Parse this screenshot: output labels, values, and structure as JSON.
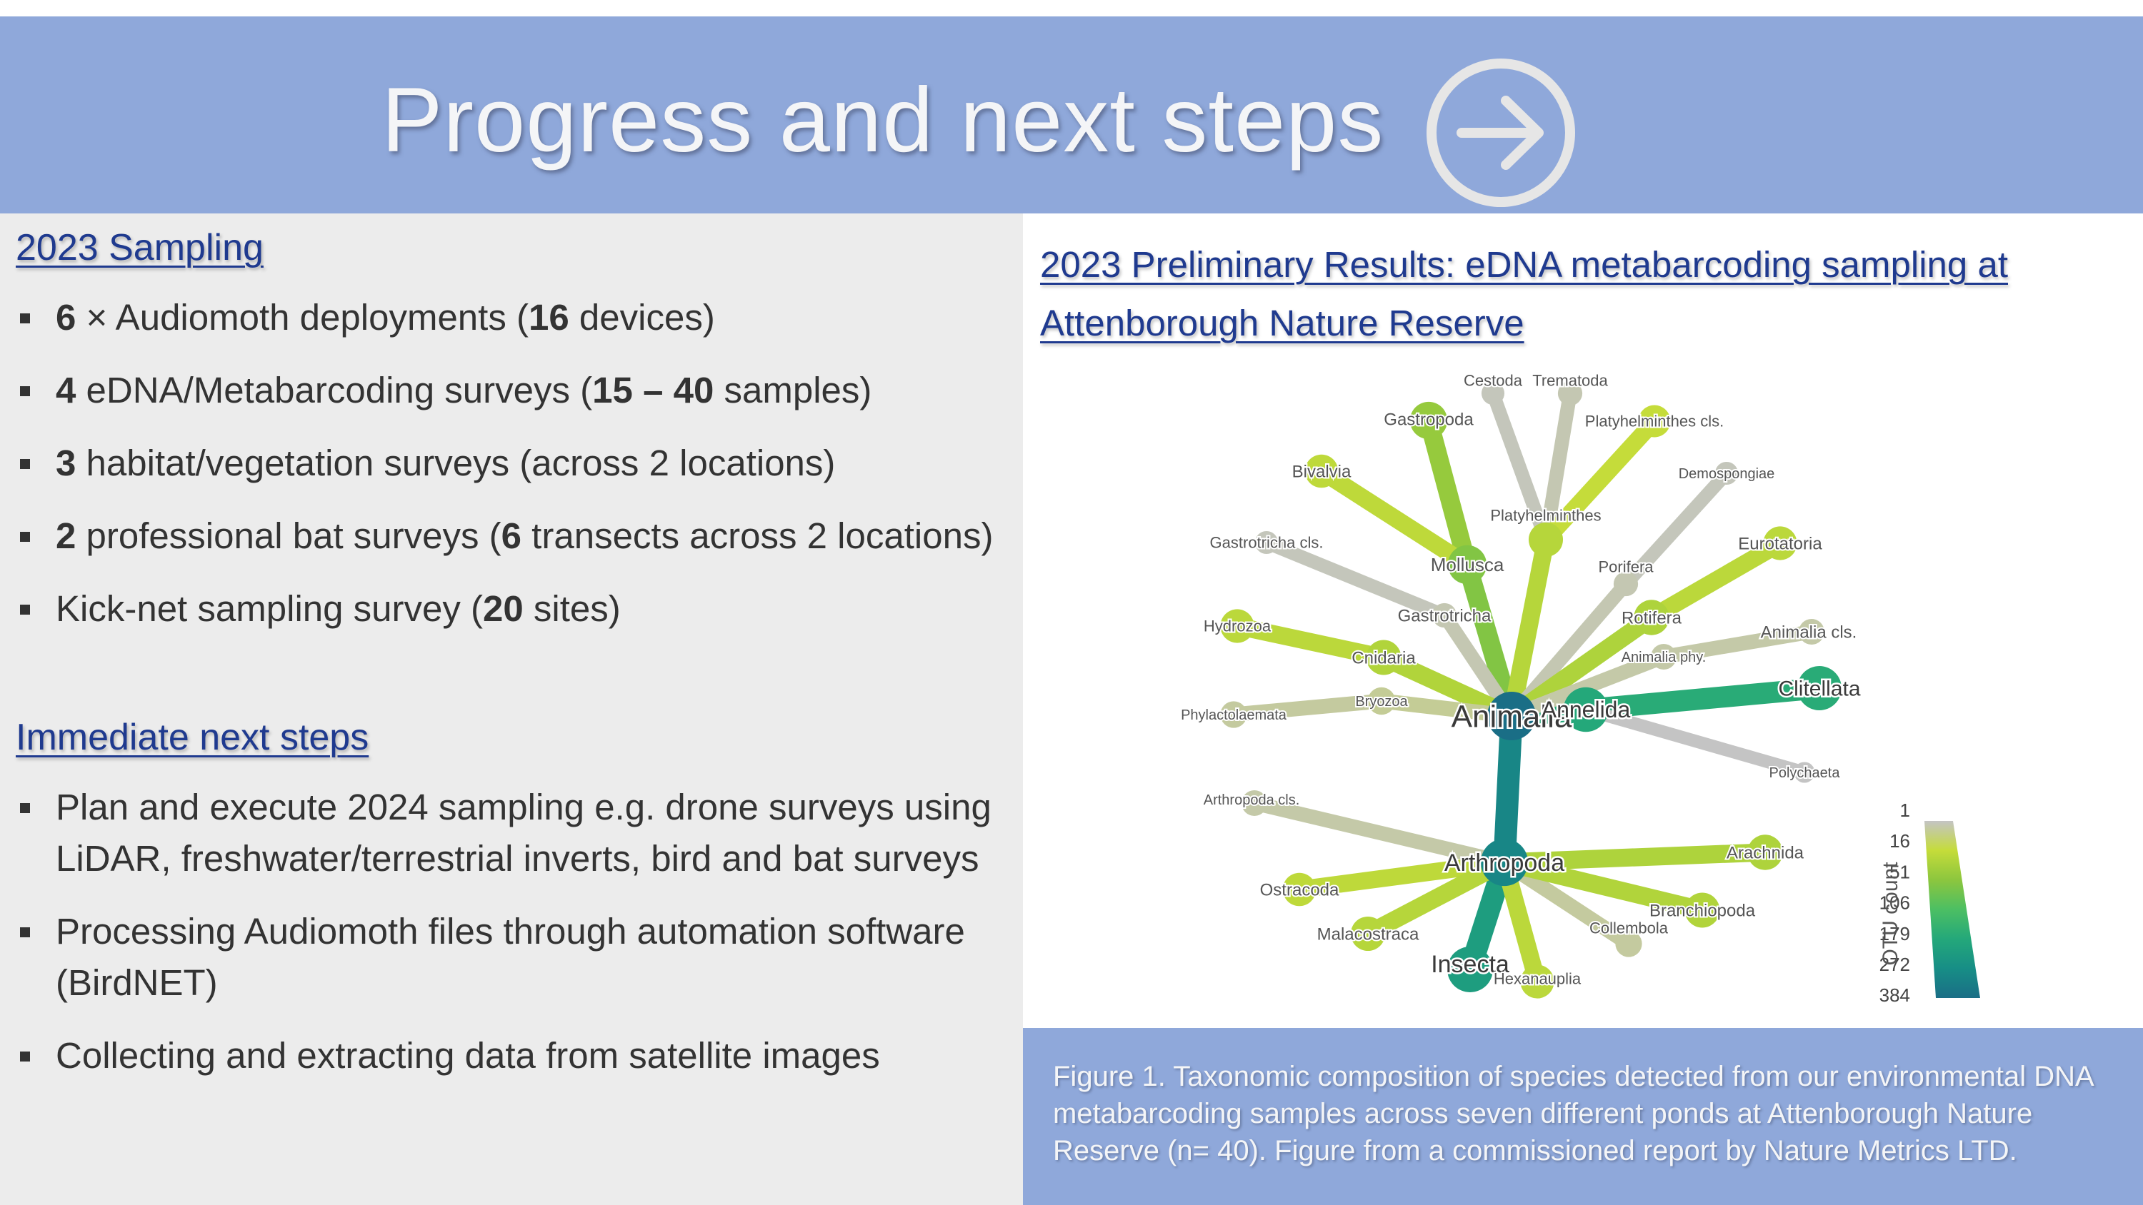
{
  "header": {
    "title": "Progress and next steps",
    "icon": "arrow-right-circle-icon",
    "background_color": "#8fa8da"
  },
  "left": {
    "sampling_heading": "2023 Sampling",
    "sampling_items": [
      {
        "parts": [
          {
            "b": "6"
          },
          {
            "t": " × Audiomoth deployments ("
          },
          {
            "b": "16"
          },
          {
            "t": " devices)"
          }
        ]
      },
      {
        "parts": [
          {
            "b": "4"
          },
          {
            "t": " eDNA/Metabarcoding surveys ("
          },
          {
            "b": "15 – 40"
          },
          {
            "t": " samples)"
          }
        ]
      },
      {
        "parts": [
          {
            "b": "3"
          },
          {
            "t": " habitat/vegetation surveys (across 2 locations)"
          }
        ]
      },
      {
        "parts": [
          {
            "b": "2"
          },
          {
            "t": " professional bat surveys ("
          },
          {
            "b": "6"
          },
          {
            "t": " transects across 2 locations)"
          }
        ]
      },
      {
        "parts": [
          {
            "t": "Kick-net sampling survey ("
          },
          {
            "b": "20"
          },
          {
            "t": " sites)"
          }
        ]
      }
    ],
    "next_heading": "Immediate next steps",
    "next_items": [
      {
        "parts": [
          {
            "t": "Plan and execute 2024 sampling e.g. drone surveys using LiDAR, freshwater/terrestrial inverts, bird and bat surveys"
          }
        ]
      },
      {
        "parts": [
          {
            "t": "Processing Audiomoth files through automation software (BirdNET)"
          }
        ]
      },
      {
        "parts": [
          {
            "t": "Collecting and extracting data from satellite images"
          }
        ]
      }
    ]
  },
  "right": {
    "title": "2023 Preliminary Results: eDNA metabarcoding sampling at Attenborough Nature Reserve",
    "caption": "Figure 1. Taxonomic composition of species detected from our environmental DNA metabarcoding samples across seven different ponds at Attenborough Nature Reserve (n= 40). Figure from a commissioned report by Nature Metrics LTD."
  },
  "tree": {
    "colorbar_label": "OTU count",
    "colorbar_ticks": [
      "1",
      "16",
      "51",
      "106",
      "179",
      "272",
      "384"
    ],
    "colors": {
      "low": "#c4c4c4",
      "mid_low": "#c5dc3a",
      "mid": "#8cc63e",
      "mid_high": "#3fbf6e",
      "high": "#16948a",
      "max": "#1a6e86"
    },
    "root": "Animalia",
    "nodes": [
      {
        "id": "Animalia",
        "parent": null,
        "otu": 384
      },
      {
        "id": "Arthropoda",
        "parent": "Animalia",
        "otu": 300
      },
      {
        "id": "Insecta",
        "parent": "Arthropoda",
        "otu": 220
      },
      {
        "id": "Annelida",
        "parent": "Animalia",
        "otu": 180
      },
      {
        "id": "Clitellata",
        "parent": "Annelida",
        "otu": 170
      },
      {
        "id": "Polychaeta",
        "parent": "Annelida",
        "otu": 1
      },
      {
        "id": "Mollusca",
        "parent": "Animalia",
        "otu": 60
      },
      {
        "id": "Gastropoda",
        "parent": "Mollusca",
        "otu": 45
      },
      {
        "id": "Bivalvia",
        "parent": "Mollusca",
        "otu": 20
      },
      {
        "id": "Platyhelminthes",
        "parent": "Animalia",
        "otu": 25
      },
      {
        "id": "Cestoda",
        "parent": "Platyhelminthes",
        "otu": 2
      },
      {
        "id": "Trematoda",
        "parent": "Platyhelminthes",
        "otu": 3
      },
      {
        "id": "Platyhelminthes cls.",
        "parent": "Platyhelminthes",
        "otu": 16
      },
      {
        "id": "Porifera",
        "parent": "Animalia",
        "otu": 3
      },
      {
        "id": "Demospongiae",
        "parent": "Porifera",
        "otu": 2
      },
      {
        "id": "Rotifera",
        "parent": "Animalia",
        "otu": 30
      },
      {
        "id": "Eurotatoria",
        "parent": "Rotifera",
        "otu": 22
      },
      {
        "id": "Animalia phy.",
        "parent": "Animalia",
        "otu": 4
      },
      {
        "id": "Animalia cls.",
        "parent": "Animalia phy.",
        "otu": 4
      },
      {
        "id": "Gastrotricha",
        "parent": "Animalia",
        "otu": 3
      },
      {
        "id": "Gastrotricha cls.",
        "parent": "Gastrotricha",
        "otu": 2
      },
      {
        "id": "Cnidaria",
        "parent": "Animalia",
        "otu": 28
      },
      {
        "id": "Hydrozoa",
        "parent": "Cnidaria",
        "otu": 22
      },
      {
        "id": "Bryozoa",
        "parent": "Animalia",
        "otu": 6
      },
      {
        "id": "Phylactolaemata",
        "parent": "Bryozoa",
        "otu": 5
      },
      {
        "id": "Arthropoda cls.",
        "parent": "Arthropoda",
        "otu": 4
      },
      {
        "id": "Ostracoda",
        "parent": "Arthropoda",
        "otu": 20
      },
      {
        "id": "Malacostraca",
        "parent": "Arthropoda",
        "otu": 25
      },
      {
        "id": "Hexanauplia",
        "parent": "Arthropoda",
        "otu": 22
      },
      {
        "id": "Collembola",
        "parent": "Arthropoda",
        "otu": 5
      },
      {
        "id": "Branchiopoda",
        "parent": "Arthropoda",
        "otu": 28
      },
      {
        "id": "Arachnida",
        "parent": "Arthropoda",
        "otu": 30
      }
    ]
  }
}
